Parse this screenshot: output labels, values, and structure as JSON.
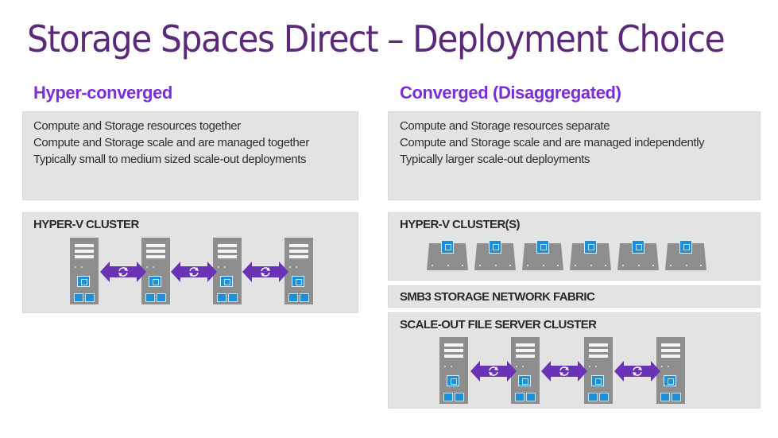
{
  "title": "Storage Spaces Direct – Deployment Choice",
  "left": {
    "heading": "Hyper-converged",
    "lines": [
      "Compute and Storage resources together",
      "Compute and Storage scale and are managed together",
      "Typically small to medium sized scale-out deployments"
    ],
    "cluster_label": "HYPER-V CLUSTER"
  },
  "right": {
    "heading": "Converged (Disaggregated)",
    "lines": [
      "Compute and Storage resources separate",
      "Compute and Storage scale and are managed independently",
      "Typically larger scale-out deployments"
    ],
    "cluster_label": "HYPER-V CLUSTER(S)",
    "fabric_label": "SMB3 STORAGE NETWORK FABRIC",
    "sofs_label": "SCALE-OUT FILE SERVER CLUSTER"
  },
  "icons": {
    "tower": "tower-server-icon",
    "rack": "rack-server-icon",
    "link": "bidirectional-sync-arrow-icon"
  },
  "colors": {
    "title": "#5a2a78",
    "heading": "#7a2ed8",
    "panel": "#e3e3e3",
    "server": "#8e8e8e",
    "accent_blue": "#1d8fd6",
    "arrow": "#6a32b4"
  }
}
